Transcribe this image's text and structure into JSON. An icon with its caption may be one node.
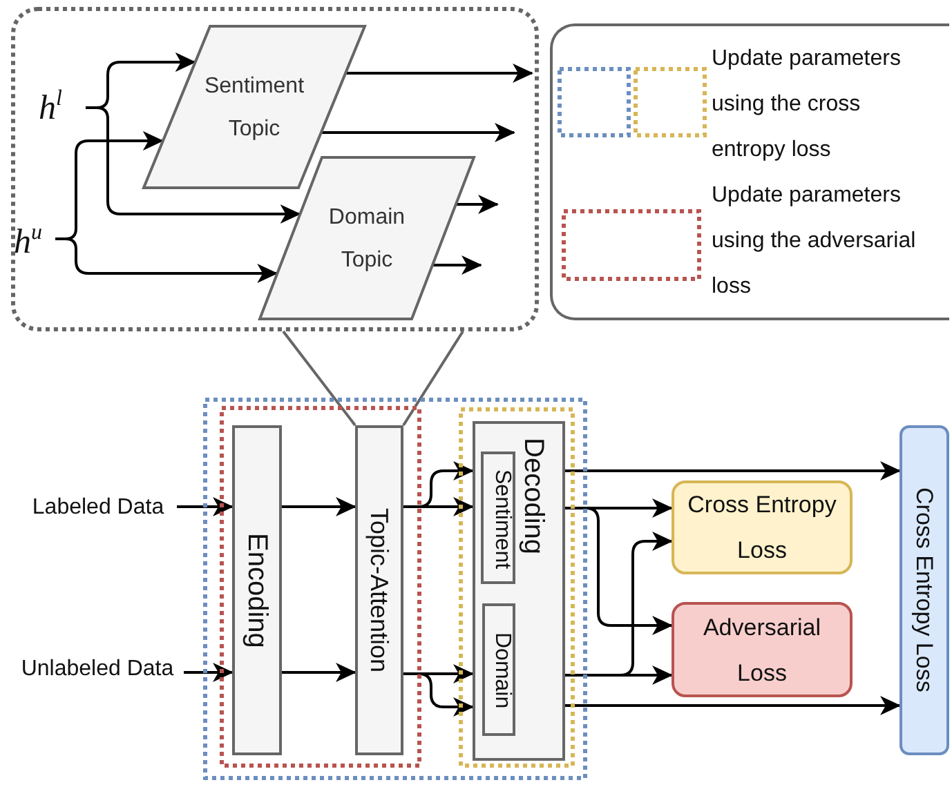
{
  "diagram": {
    "nodes": [
      {
        "text": [],
        "shape": "box"
      },
      {
        "text": [
          "h$^{l}$"
        ],
        "in": 0
      },
      {
        "text": [
          "h$^{u}$"
        ],
        "in": 0
      },
      {
        "text": [
          "Sentiment Topic"
        ],
        "in": 0
      },
      {
        "text": [
          "Domain Topic"
        ],
        "in": 0
      },
      {
        "text": [],
        "shape": "box"
      },
      {
        "text": [],
        "shape": "box",
        "in": 5
      },
      {
        "text": [
          "Encoding"
        ],
        "in": 6
      },
      {
        "text": [
          "Topic-Attention"
        ],
        "in": 6
      },
      {
        "text": [],
        "shape": "box",
        "in": 5
      },
      {
        "text": [
          "Decoding"
        ],
        "in": 9
      },
      {
        "text": [
          "Sentiment"
        ],
        "in": 10
      },
      {
        "text": [
          "Domain"
        ],
        "in": 10
      },
      {
        "text": [
          "Labeled Data"
        ]
      },
      {
        "text": [
          "Unlabeled Data"
        ]
      },
      {
        "text": [
          "Cross Entropy Loss"
        ]
      },
      {
        "text": [
          "Adversarial Loss"
        ]
      },
      {
        "text": [
          "Cross Entropy Loss"
        ]
      }
    ],
    "edges": [
      {
        "from": 1,
        "to": 3,
        "arrow": "to"
      },
      {
        "from": 1,
        "to": 4,
        "arrow": "to"
      },
      {
        "from": 2,
        "to": 3,
        "arrow": "to"
      },
      {
        "from": 2,
        "to": 4,
        "arrow": "to"
      },
      {
        "from": 3,
        "to": null,
        "arrow": "to"
      },
      {
        "from": 3,
        "to": null,
        "arrow": "to"
      },
      {
        "from": 4,
        "to": null,
        "arrow": "to"
      },
      {
        "from": 4,
        "to": null,
        "arrow": "to"
      },
      {
        "from": 0,
        "to": 8,
        "arrow": "none",
        "color": "#666666"
      },
      {
        "from": 0,
        "to": 8,
        "arrow": "none",
        "color": "#666666"
      },
      {
        "from": 13,
        "to": 7,
        "arrow": "to"
      },
      {
        "from": 14,
        "to": 7,
        "arrow": "to"
      },
      {
        "from": 7,
        "to": 8,
        "arrow": "to"
      },
      {
        "from": 7,
        "to": 8,
        "arrow": "to"
      },
      {
        "from": 8,
        "to": 10,
        "arrow": "to"
      },
      {
        "from": 8,
        "to": 10,
        "arrow": "to"
      },
      {
        "from": 8,
        "to": 10,
        "arrow": "to"
      },
      {
        "from": 8,
        "to": 10,
        "arrow": "to"
      },
      {
        "from": 10,
        "to": 17,
        "arrow": "to"
      },
      {
        "from": 10,
        "to": 15,
        "arrow": "to"
      },
      {
        "from": 10,
        "to": 16,
        "arrow": "to"
      },
      {
        "from": 10,
        "to": 16,
        "arrow": "to"
      },
      {
        "from": 10,
        "to": 15,
        "arrow": "to"
      },
      {
        "from": 10,
        "to": 17,
        "arrow": "to"
      }
    ],
    "legend": [
      {
        "text": "Update parameters using the cross entropy loss"
      },
      {
        "text": "Update parameters using the adversarial loss"
      }
    ]
  }
}
